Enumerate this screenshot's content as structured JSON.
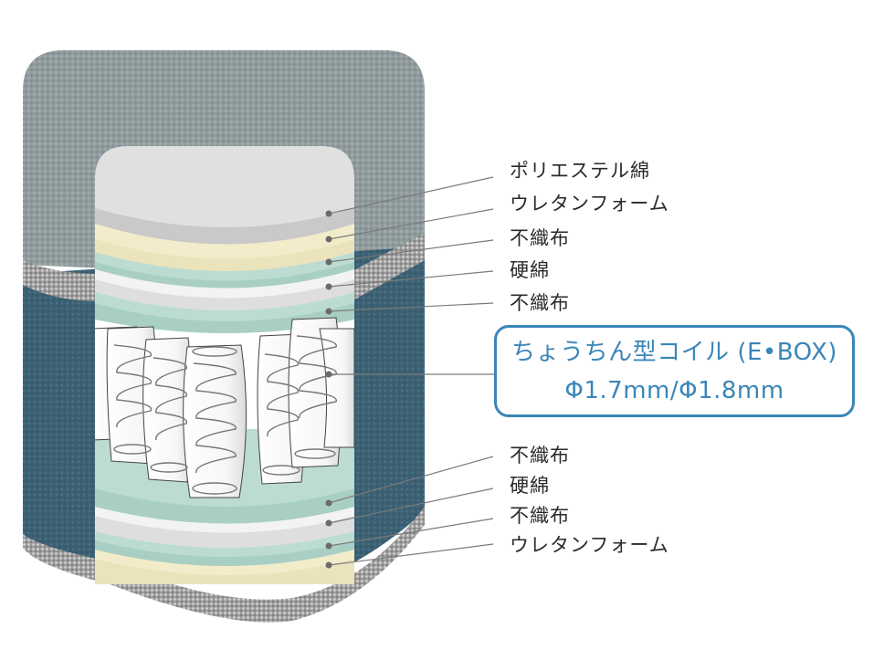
{
  "diagram": {
    "title": "mattress cross-section",
    "colors": {
      "top_fabric": "#8e9a9c",
      "side_fabric": "#3f6577",
      "border_tape": "#a9a9a9",
      "polyester": "#cfcfcf",
      "urethane": "#f2ebc6",
      "nonwoven": "#b6d8cf",
      "hard_cotton": "#e4e4e6",
      "callout_accent": "#3a86b8",
      "leader_line": "#7a7a7a"
    },
    "labels_top": [
      {
        "text": "ポリエステル綿"
      },
      {
        "text": "ウレタンフォーム"
      },
      {
        "text": "不織布"
      },
      {
        "text": "硬綿"
      },
      {
        "text": "不織布"
      }
    ],
    "callout": {
      "line1": "ちょうちん型コイル (E•BOX)",
      "line2": "Φ1.7mm/Φ1.8mm"
    },
    "labels_bottom": [
      {
        "text": "不織布"
      },
      {
        "text": "硬綿"
      },
      {
        "text": "不織布"
      },
      {
        "text": "ウレタンフォーム"
      }
    ]
  }
}
